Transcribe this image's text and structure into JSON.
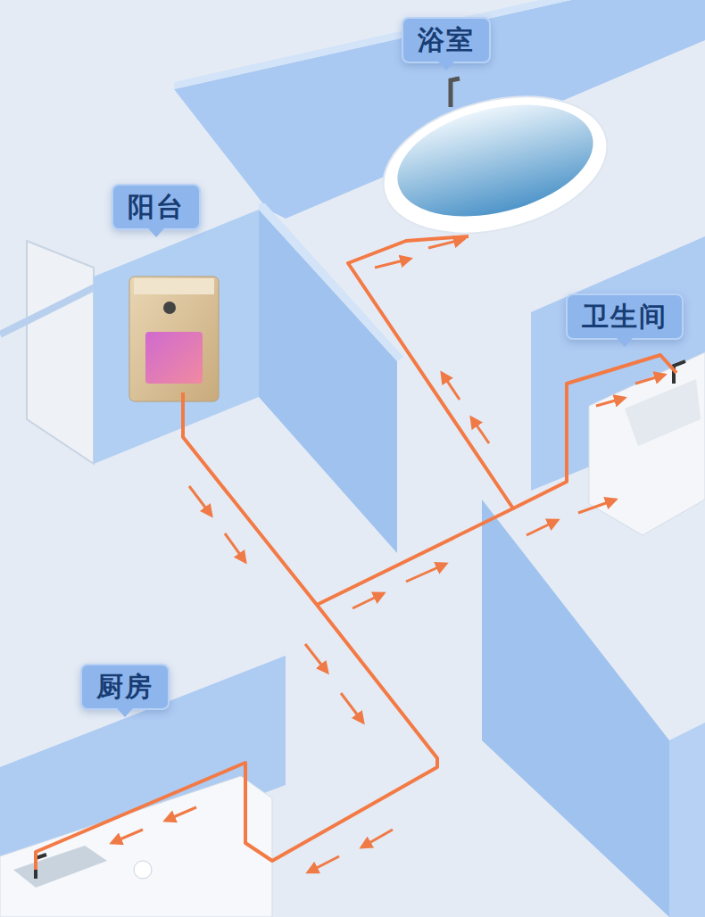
{
  "diagram": {
    "nodes": [
      {
        "text": [
          "浴室"
        ]
      },
      {
        "text": [
          "阳台"
        ]
      },
      {
        "text": [
          "卫生间"
        ]
      },
      {
        "text": [
          "厨房"
        ]
      }
    ]
  }
}
